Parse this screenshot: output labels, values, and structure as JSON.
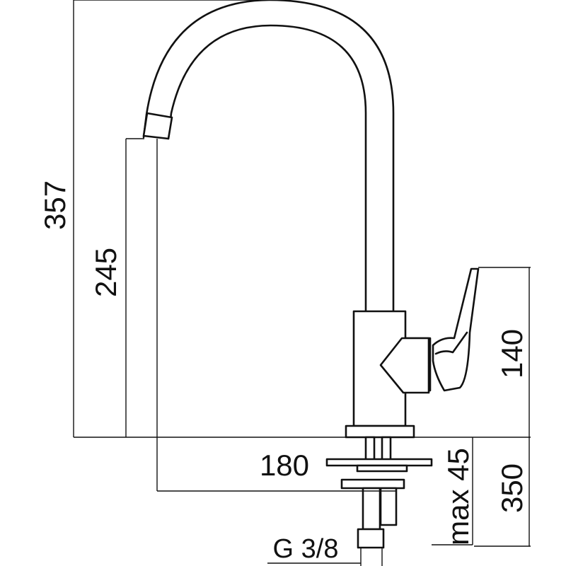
{
  "dimensions": {
    "total_height": "357",
    "spout_height": "245",
    "spout_reach": "180",
    "handle_height": "140",
    "max_deck_thickness": "max 45",
    "hose_length": "350",
    "thread_size": "G 3/8"
  }
}
